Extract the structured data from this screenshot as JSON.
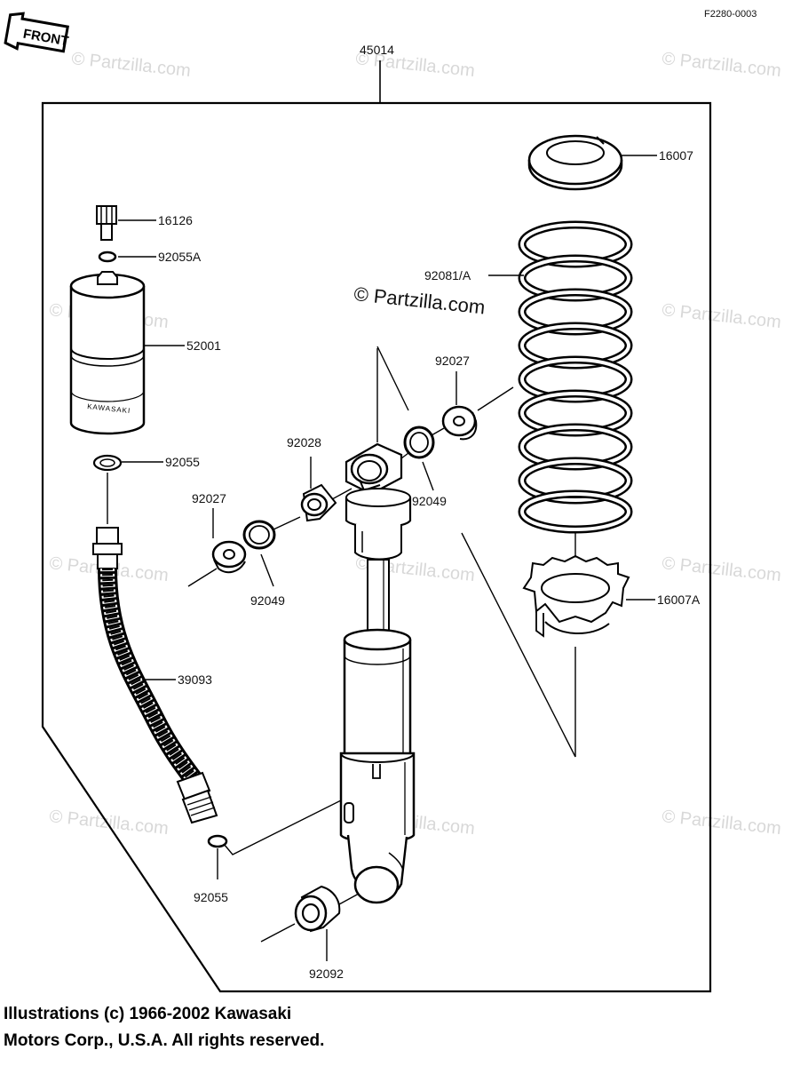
{
  "diagram_id": "F2280-0003",
  "front_badge": "FRONT",
  "watermark": "© Partzilla.com",
  "main_watermark": "© Partzilla.com",
  "assembly_number": "45014",
  "parts": {
    "p16007": "16007",
    "p16126": "16126",
    "p92055A": "92055A",
    "p92081A": "92081/A",
    "p52001": "52001",
    "p92027_right": "92027",
    "p92028": "92028",
    "p92055_top": "92055",
    "p92027_left": "92027",
    "p92049_right": "92049",
    "p92049_left": "92049",
    "p16007A": "16007A",
    "p39093": "39093",
    "p92055_bottom": "92055",
    "p92092": "92092"
  },
  "canister_print": "KAWASAKI",
  "copyright_line1": "Illustrations (c) 1966-2002 Kawasaki",
  "copyright_line2": "Motors Corp., U.S.A.  All rights reserved."
}
